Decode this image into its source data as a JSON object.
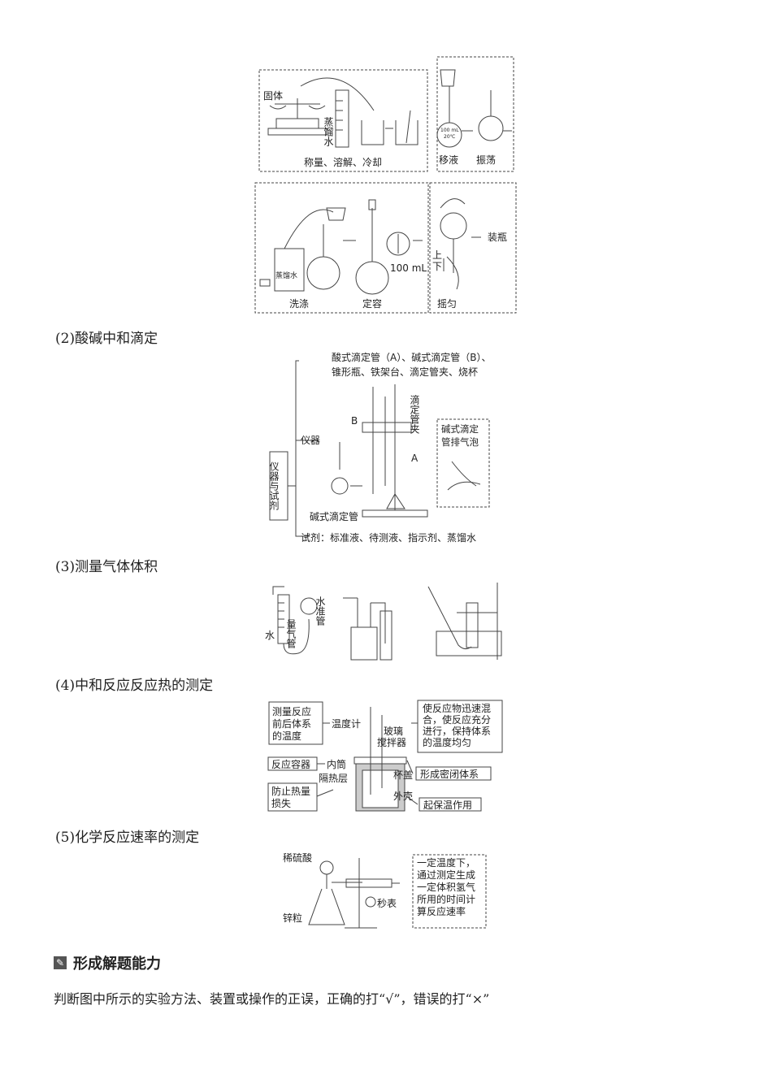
{
  "figure1": {
    "labels": {
      "solid": "固体",
      "distilled_water": "蒸馏水",
      "weigh": "称量、溶解、冷却",
      "transfer": "移液",
      "shake": "振荡",
      "flask_mark": "100 mL",
      "flask_temp": "20℃",
      "bottle": "蒸馏水",
      "wash": "洗涤",
      "volume": "定容",
      "volume_mark": "100 mL",
      "bottle_label": "装瓶",
      "updown_up": "上",
      "updown_down": "下",
      "mix": "摇匀"
    }
  },
  "section2": {
    "heading": "(2)酸碱中和滴定",
    "instruments_line1": "酸式滴定管（A）、碱式滴定管（B）、",
    "instruments_line2": "锥形瓶、铁架台、滴定管夹、烧杯",
    "category": "仪器与试剂",
    "instrument": "仪器",
    "clamp": "滴定管夹",
    "label_b": "B",
    "label_a": "A",
    "bubble_box": "碱式滴定管排气泡",
    "base_burette": "碱式滴定管",
    "reagents": "试剂：标准液、待测液、指示剂、蒸馏水"
  },
  "section3": {
    "heading": "(3)测量气体体积",
    "water": "水",
    "gas_tube": "量气管",
    "level_tube": "水准管"
  },
  "section4": {
    "heading": "(4)中和反应反应热的测定",
    "measure_box": "测量反应前后体系的温度",
    "thermometer": "温度计",
    "stirrer": "玻璃搅拌器",
    "mix_box": "使反应物迅速混合，使反应充分进行，保持体系的温度均匀",
    "vessel_box": "反应容器",
    "inner": "内筒",
    "lid": "杯盖",
    "closed_box": "形成密闭体系",
    "insulation": "隔热层",
    "prevent_box": "防止热量损失",
    "shell": "外壳",
    "keep_box": "起保温作用"
  },
  "section5": {
    "heading": "(5)化学反应速率的测定",
    "acid": "稀硫酸",
    "zinc": "锌粒",
    "stopwatch": "秒表",
    "note": "一定温度下，通过测定生成一定体积氢气所用的时间计算反应速率"
  },
  "ability": {
    "title": "形成解题能力",
    "instruction": "判断图中所示的实验方法、装置或操作的正误，正确的打“√”，错误的打“×”"
  }
}
